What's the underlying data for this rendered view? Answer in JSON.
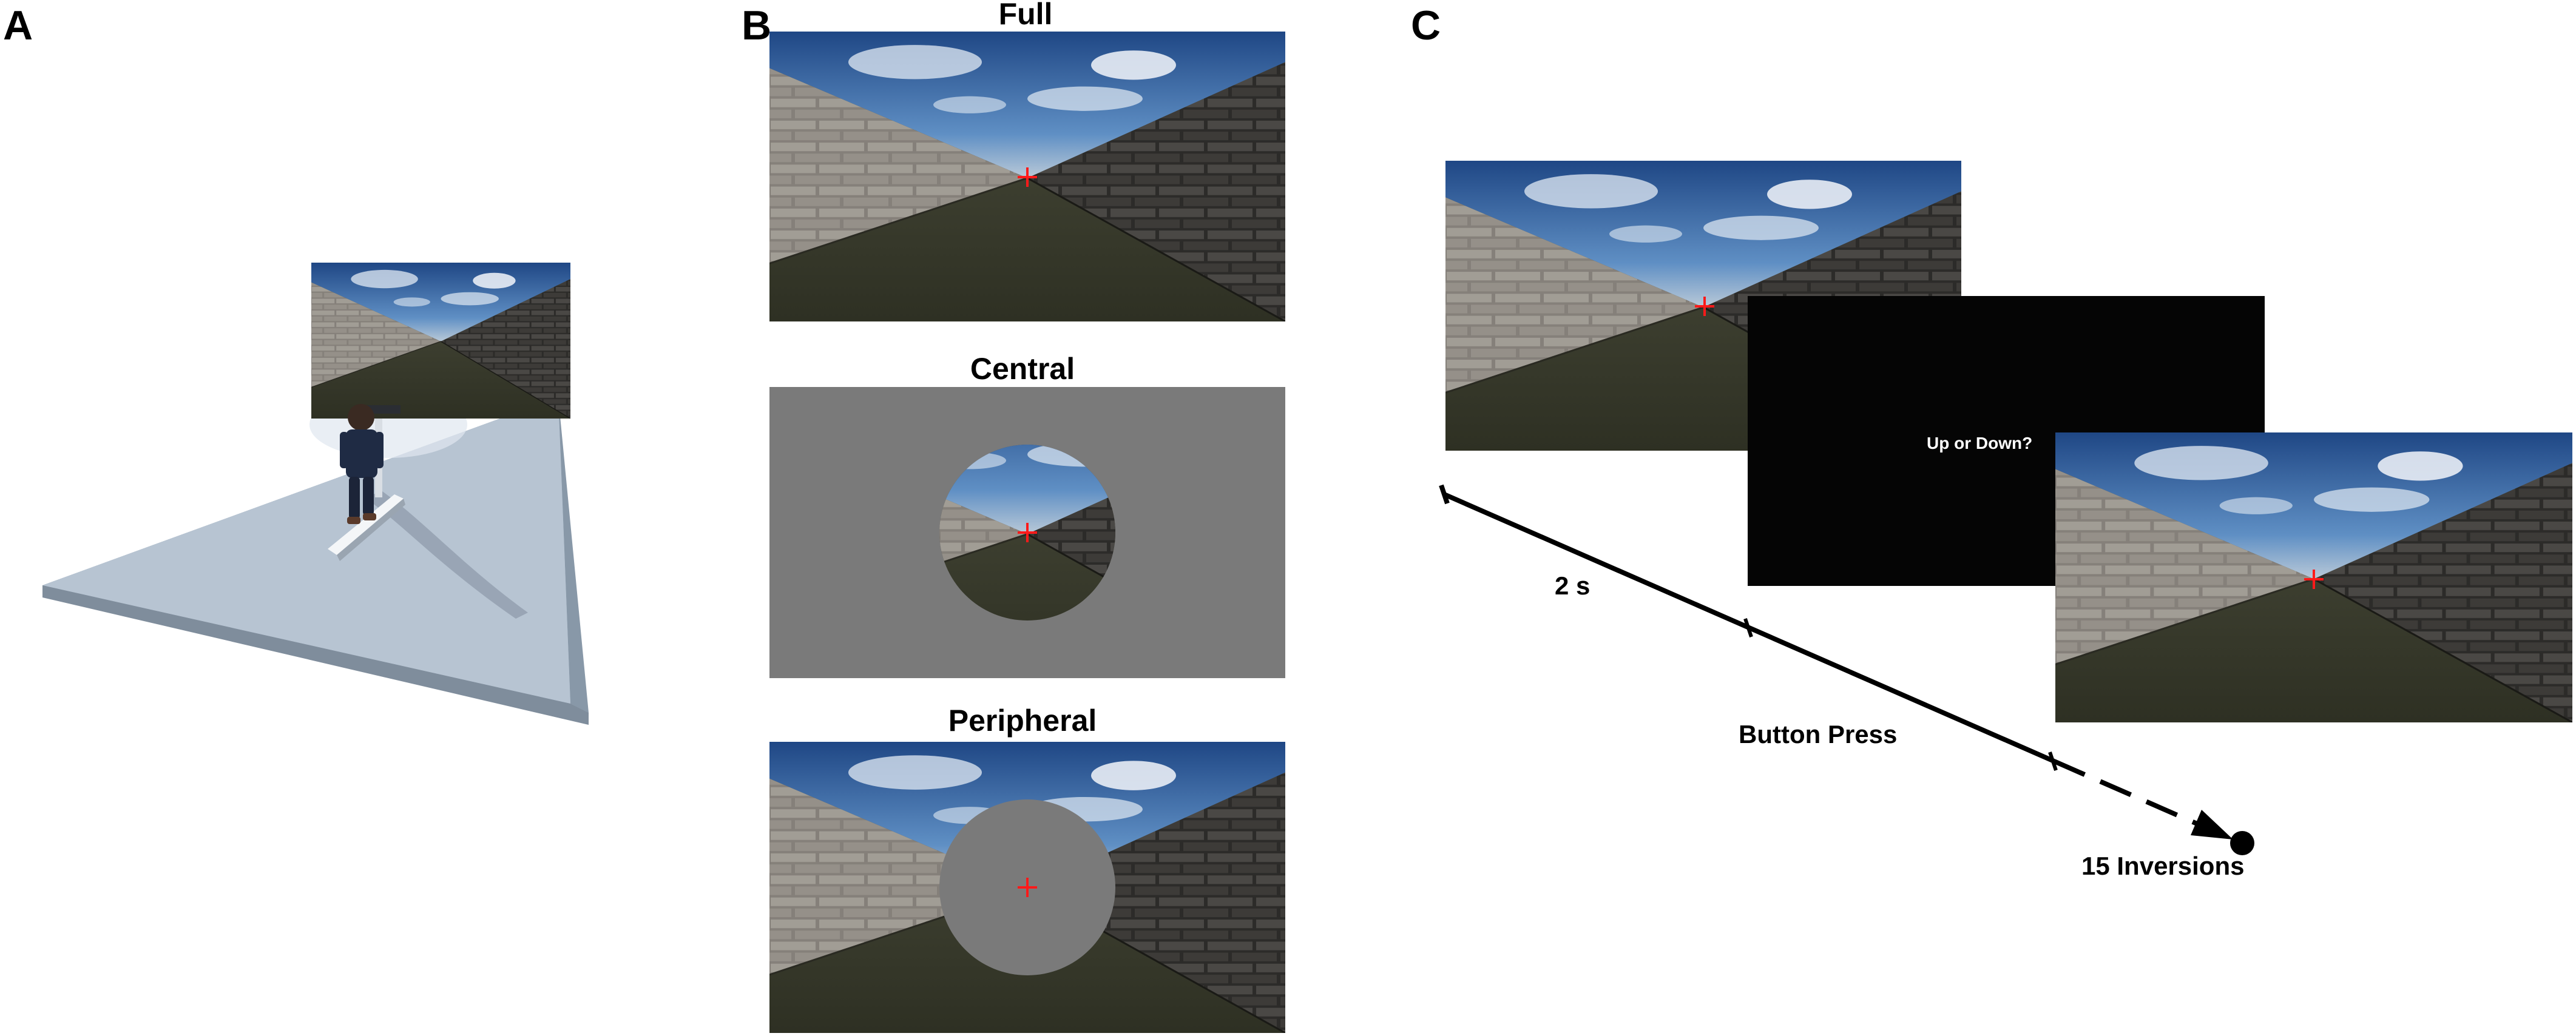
{
  "panels": {
    "a": "A",
    "b": "B",
    "c": "C"
  },
  "conditions": {
    "full": "Full",
    "central": "Central",
    "peripheral": "Peripheral"
  },
  "timeline": {
    "duration": "2 s",
    "response": "Button Press",
    "end": "15 Inversions",
    "prompt": "Up or Down?"
  },
  "colors": {
    "sky": "#3f6fa8",
    "wall": "#77726c",
    "ground": "#3a3d2a",
    "mask_gray": "#7a7a7a",
    "blank": "#050505",
    "fixation": "#ff1a1a",
    "platform": "#aebccb"
  },
  "icons": [
    "fixation-cross-icon",
    "runner-figure-icon",
    "treadmill-icon",
    "arrowhead-icon"
  ]
}
